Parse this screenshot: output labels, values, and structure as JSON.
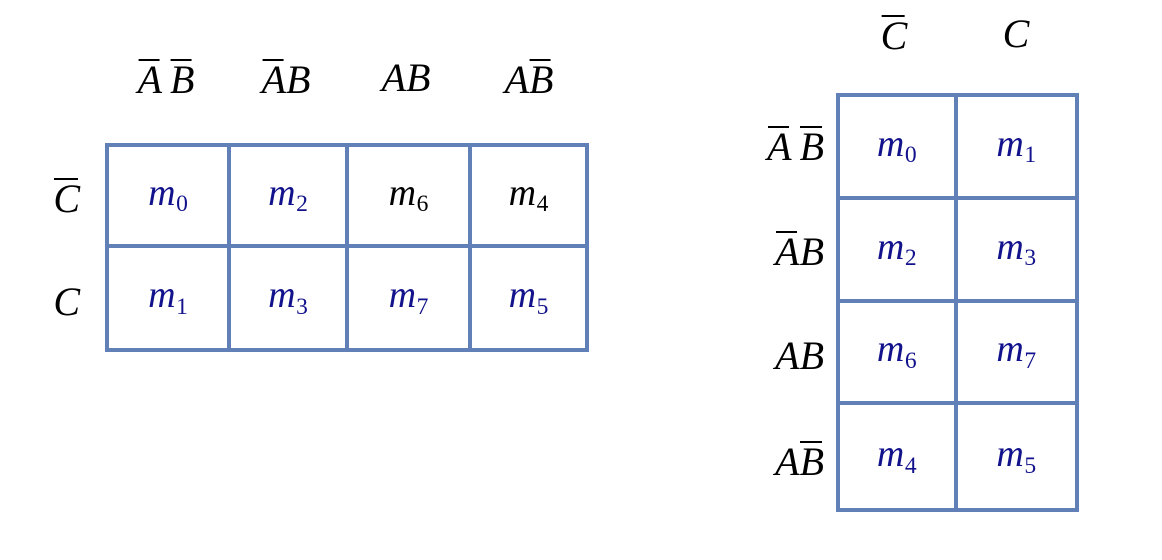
{
  "figure": {
    "kind": "karnaugh-map-pair",
    "description": "Two equivalent 3-variable Karnaugh map layouts showing minterm placement",
    "grid_color": "#6180b8",
    "minterm_color": "#12128c",
    "label_color": "#000000"
  },
  "left_map": {
    "name": "horizontal-layout",
    "columns": 4,
    "rows": 2,
    "column_headers": [
      {
        "id": "col-0",
        "text": "A B",
        "overline": "both",
        "plain": "Ā B̄"
      },
      {
        "id": "col-1",
        "text": "AB",
        "overline": "first",
        "plain": "ĀB"
      },
      {
        "id": "col-2",
        "text": "AB",
        "overline": "none",
        "plain": "AB"
      },
      {
        "id": "col-3",
        "text": "AB",
        "overline": "second",
        "plain": "AB̄"
      }
    ],
    "row_headers": [
      {
        "id": "row-0",
        "text": "C",
        "overline": "first",
        "plain": "C̄"
      },
      {
        "id": "row-1",
        "text": "C",
        "overline": "none",
        "plain": "C"
      }
    ],
    "cells": [
      [
        {
          "base": "m",
          "index": "0",
          "color": "#12128c"
        },
        {
          "base": "m",
          "index": "2",
          "color": "#12128c"
        },
        {
          "base": "m",
          "index": "6",
          "color": "#000000"
        },
        {
          "base": "m",
          "index": "4",
          "color": "#000000"
        }
      ],
      [
        {
          "base": "m",
          "index": "1",
          "color": "#12128c"
        },
        {
          "base": "m",
          "index": "3",
          "color": "#12128c"
        },
        {
          "base": "m",
          "index": "7",
          "color": "#12128c"
        },
        {
          "base": "m",
          "index": "5",
          "color": "#12128c"
        }
      ]
    ]
  },
  "right_map": {
    "name": "vertical-layout",
    "columns": 2,
    "rows": 4,
    "column_headers": [
      {
        "id": "col-0",
        "text": "C",
        "overline": "first",
        "plain": "C̄"
      },
      {
        "id": "col-1",
        "text": "C",
        "overline": "none",
        "plain": "C"
      }
    ],
    "row_headers": [
      {
        "id": "row-0",
        "text": "A B",
        "overline": "both",
        "plain": "Ā B̄"
      },
      {
        "id": "row-1",
        "text": "AB",
        "overline": "first",
        "plain": "ĀB"
      },
      {
        "id": "row-2",
        "text": "AB",
        "overline": "none",
        "plain": "AB"
      },
      {
        "id": "row-3",
        "text": "AB",
        "overline": "second",
        "plain": "AB̄"
      }
    ],
    "cells": [
      [
        {
          "base": "m",
          "index": "0",
          "color": "#12128c"
        },
        {
          "base": "m",
          "index": "1",
          "color": "#12128c"
        }
      ],
      [
        {
          "base": "m",
          "index": "2",
          "color": "#12128c"
        },
        {
          "base": "m",
          "index": "3",
          "color": "#12128c"
        }
      ],
      [
        {
          "base": "m",
          "index": "6",
          "color": "#12128c"
        },
        {
          "base": "m",
          "index": "7",
          "color": "#12128c"
        }
      ],
      [
        {
          "base": "m",
          "index": "4",
          "color": "#12128c"
        },
        {
          "base": "m",
          "index": "5",
          "color": "#12128c"
        }
      ]
    ]
  }
}
